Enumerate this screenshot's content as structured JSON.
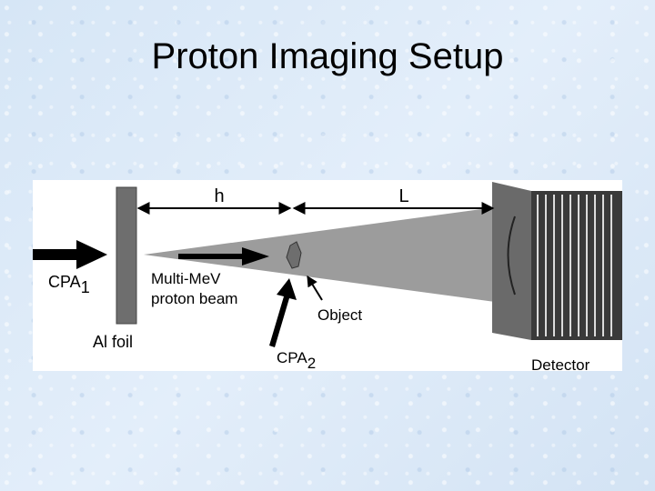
{
  "slide": {
    "title": "Proton Imaging Setup"
  },
  "diagram": {
    "labels": {
      "h": "h",
      "L": "L",
      "cpa1_main": "CPA",
      "cpa1_sub": "1",
      "beam_line1": "Multi-MeV",
      "beam_line2": "proton beam",
      "object": "Object",
      "cpa2_main": "CPA",
      "cpa2_sub": "2",
      "foil": "Al foil",
      "detector": "Detector"
    }
  }
}
